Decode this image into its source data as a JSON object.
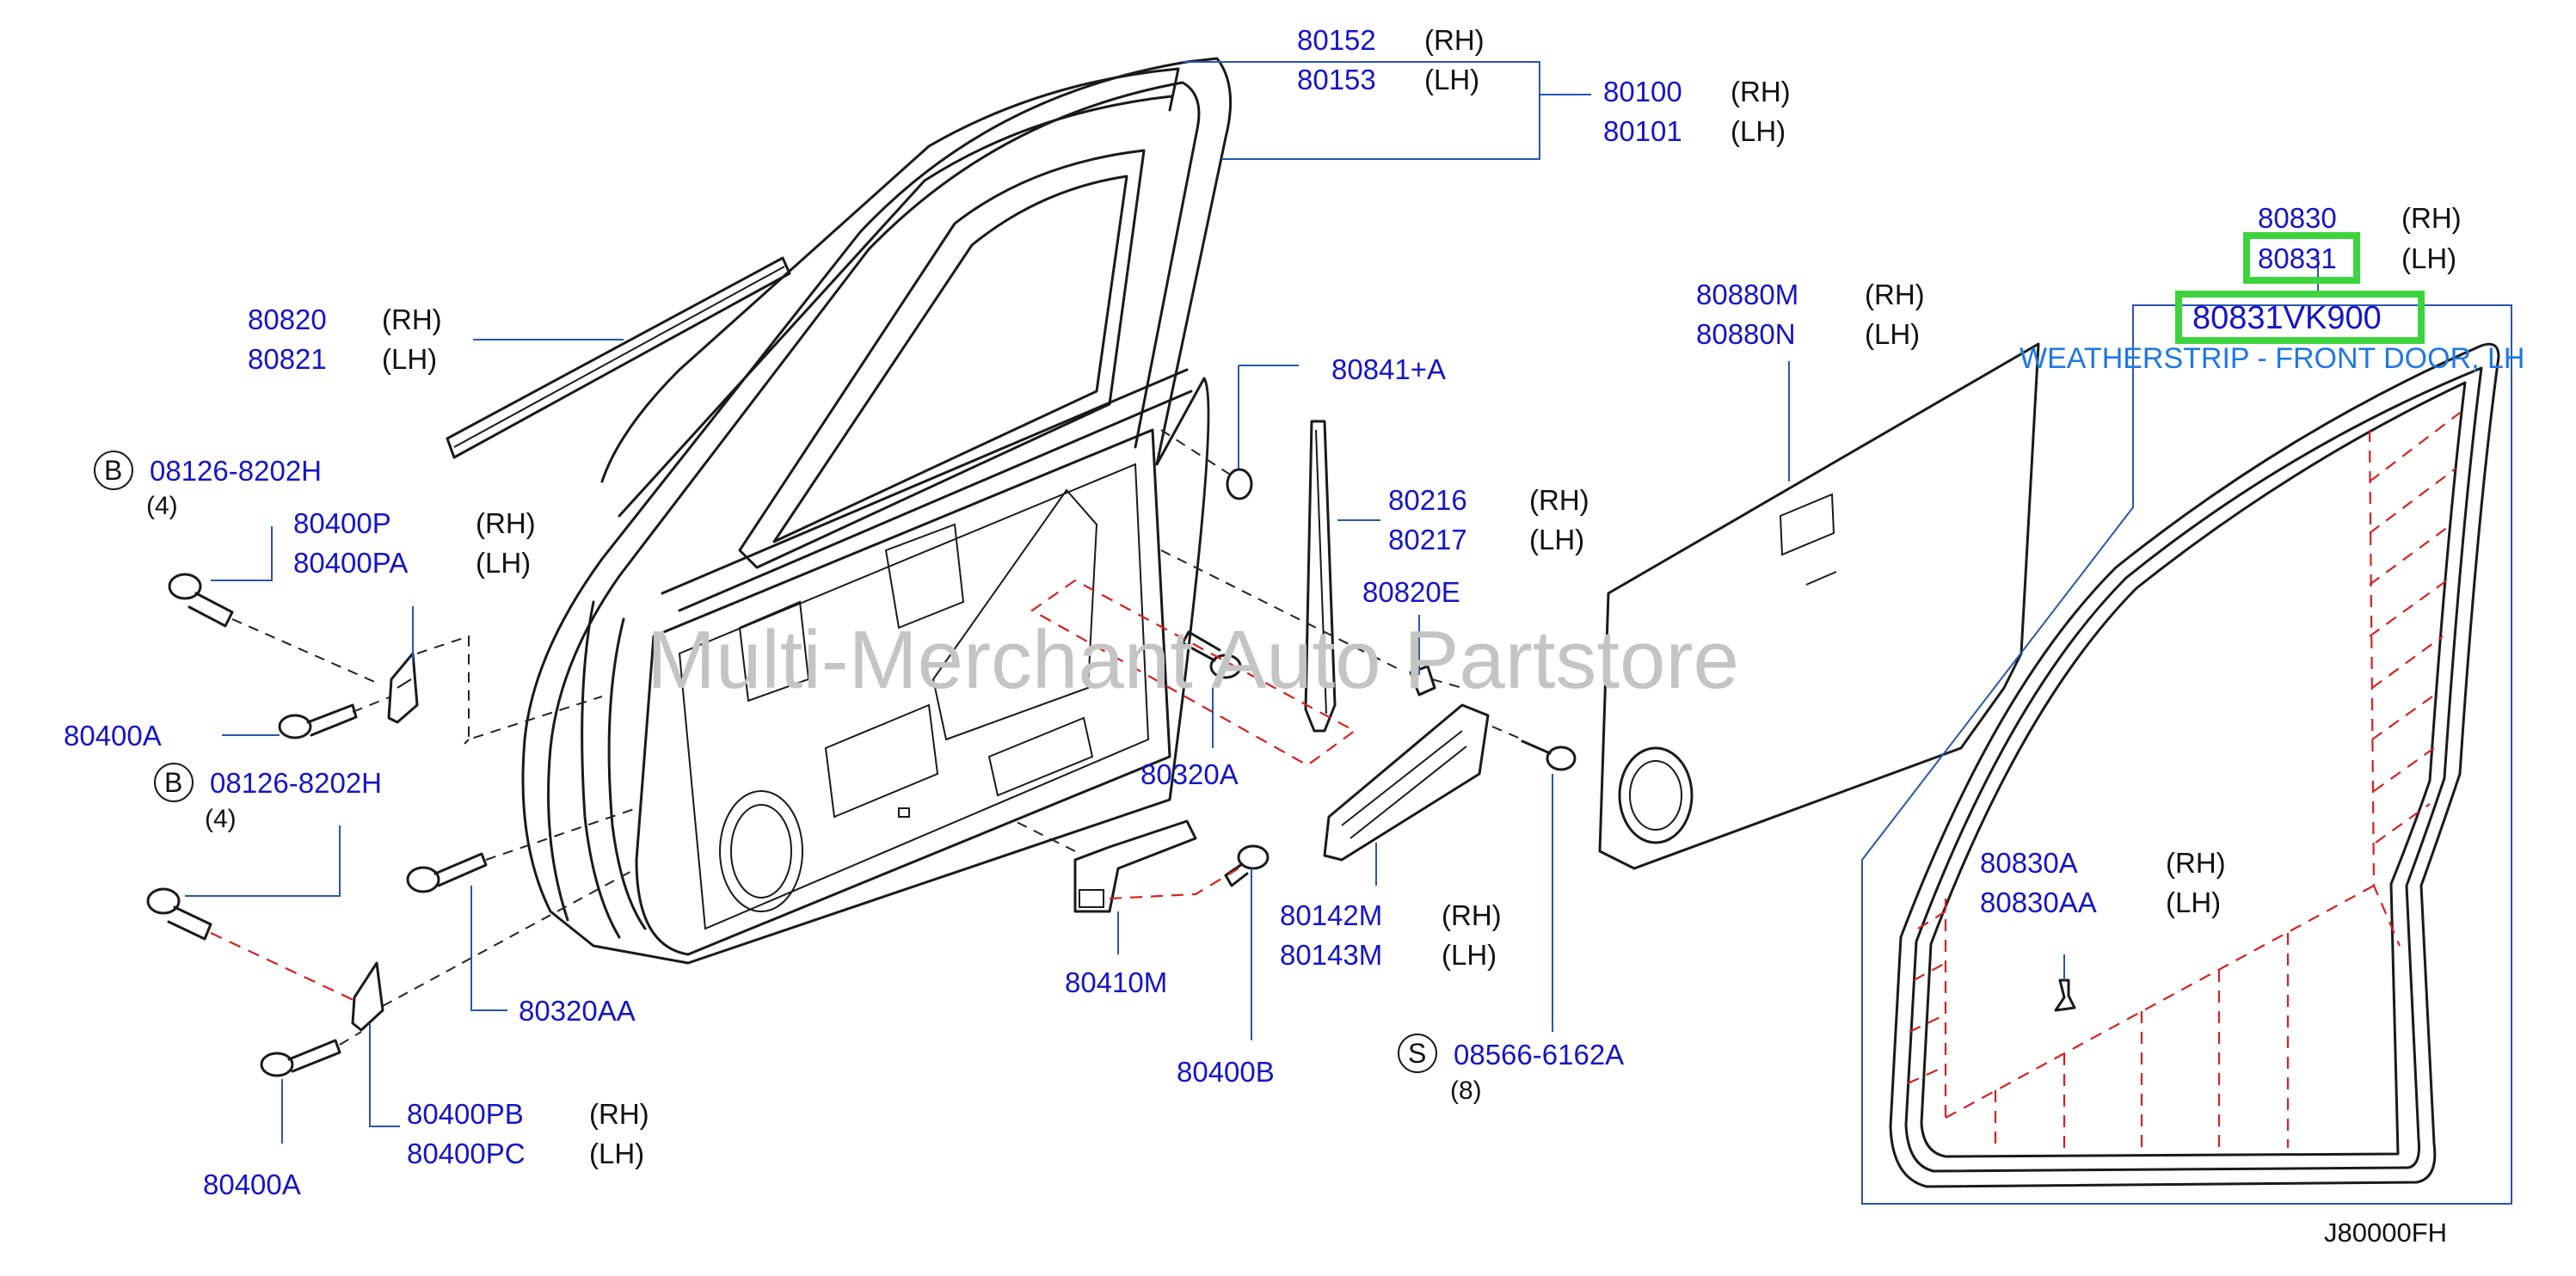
{
  "watermark": "Multi-Merchant Auto Partstore",
  "diagram_code": "J80000FH",
  "highlight": {
    "part_number": "80831VK900",
    "description": "WEATHERSTRIP - FRONT DOOR, LH",
    "color": "#3cd43c"
  },
  "callouts": {
    "c80152": {
      "pn": "80152",
      "side": "(RH)"
    },
    "c80153": {
      "pn": "80153",
      "side": "(LH)"
    },
    "c80100": {
      "pn": "80100",
      "side": "(RH)"
    },
    "c80101": {
      "pn": "80101",
      "side": "(LH)"
    },
    "c80830": {
      "pn": "80830",
      "side": "(RH)"
    },
    "c80831": {
      "pn": "80831",
      "side": "(LH)"
    },
    "c80880M": {
      "pn": "80880M",
      "side": "(RH)"
    },
    "c80880N": {
      "pn": "80880N",
      "side": "(LH)"
    },
    "c80820": {
      "pn": "80820",
      "side": "(RH)"
    },
    "c80821": {
      "pn": "80821",
      "side": "(LH)"
    },
    "c80841A": {
      "pn": "80841+A"
    },
    "c80216": {
      "pn": "80216",
      "side": "(RH)"
    },
    "c80217": {
      "pn": "80217",
      "side": "(LH)"
    },
    "c80820E": {
      "pn": "80820E"
    },
    "b1": {
      "letter": "B",
      "pn": "08126-8202H",
      "qty": "(4)"
    },
    "b2": {
      "letter": "B",
      "pn": "08126-8202H",
      "qty": "(4)"
    },
    "c80400P": {
      "pn": "80400P",
      "side": "(RH)"
    },
    "c80400PA": {
      "pn": "80400PA",
      "side": "(LH)"
    },
    "c80400A_1": {
      "pn": "80400A"
    },
    "c80400A_2": {
      "pn": "80400A"
    },
    "c80320A": {
      "pn": "80320A"
    },
    "c80320AA": {
      "pn": "80320AA"
    },
    "c80410M": {
      "pn": "80410M"
    },
    "c80400B": {
      "pn": "80400B"
    },
    "c80142M": {
      "pn": "80142M",
      "side": "(RH)"
    },
    "c80143M": {
      "pn": "80143M",
      "side": "(LH)"
    },
    "s1": {
      "letter": "S",
      "pn": "08566-6162A",
      "qty": "(8)"
    },
    "c80830A": {
      "pn": "80830A",
      "side": "(RH)"
    },
    "c80830AA": {
      "pn": "80830AA",
      "side": "(LH)"
    },
    "c80400PB": {
      "pn": "80400PB",
      "side": "(RH)"
    },
    "c80400PC": {
      "pn": "80400PC",
      "side": "(LH)"
    }
  }
}
